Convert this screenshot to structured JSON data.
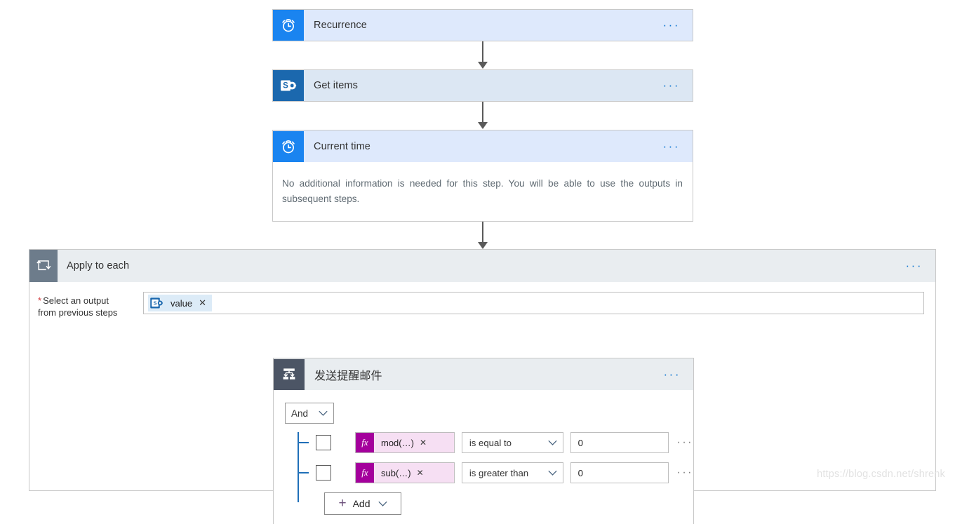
{
  "flow": {
    "nodes": [
      {
        "id": "recurrence",
        "title": "Recurrence",
        "icon": "alarm-clock-icon",
        "menu": "···"
      },
      {
        "id": "get-items",
        "title": "Get items",
        "icon": "sharepoint-icon",
        "menu": "···"
      },
      {
        "id": "current-time",
        "title": "Current time",
        "icon": "alarm-clock-icon",
        "menu": "···",
        "description": "No additional information is needed for this step. You will be able to use the outputs in subsequent steps."
      }
    ],
    "scope": {
      "title": "Apply to each",
      "icon": "loop-icon",
      "menu": "···",
      "field": {
        "required_marker": "*",
        "label": "Select an output from previous steps",
        "label_line1": "Select an output",
        "label_line2": "from previous steps",
        "token": {
          "text": "value",
          "icon": "sharepoint-icon",
          "remove": "✕"
        }
      },
      "condition": {
        "title": "发送提醒邮件",
        "icon": "condition-icon",
        "menu": "···",
        "operator": "And",
        "operator_chevron": "⌄",
        "rows": [
          {
            "checkbox": false,
            "fx": "fx",
            "expression": "mod(…)",
            "remove": "✕",
            "comparison": "is equal to",
            "value": "0",
            "menu": "···"
          },
          {
            "checkbox": false,
            "fx": "fx",
            "expression": "sub(…)",
            "remove": "✕",
            "comparison": "is greater than",
            "value": "0",
            "menu": "···"
          }
        ],
        "add_button": {
          "plus": "+",
          "label": "Add",
          "chevron": "⌄"
        }
      }
    }
  },
  "watermark": "https://blog.csdn.net/shrenk",
  "colors": {
    "trigger_header": "#dee9fc",
    "action_header": "#dce7f3",
    "scope_header": "#e9edf0",
    "accent_blue": "#1a84f0",
    "sharepoint_blue": "#1b68ae",
    "fx_magenta": "#a4009c",
    "connector": "#5a5a5a",
    "required_red": "#d13438"
  }
}
